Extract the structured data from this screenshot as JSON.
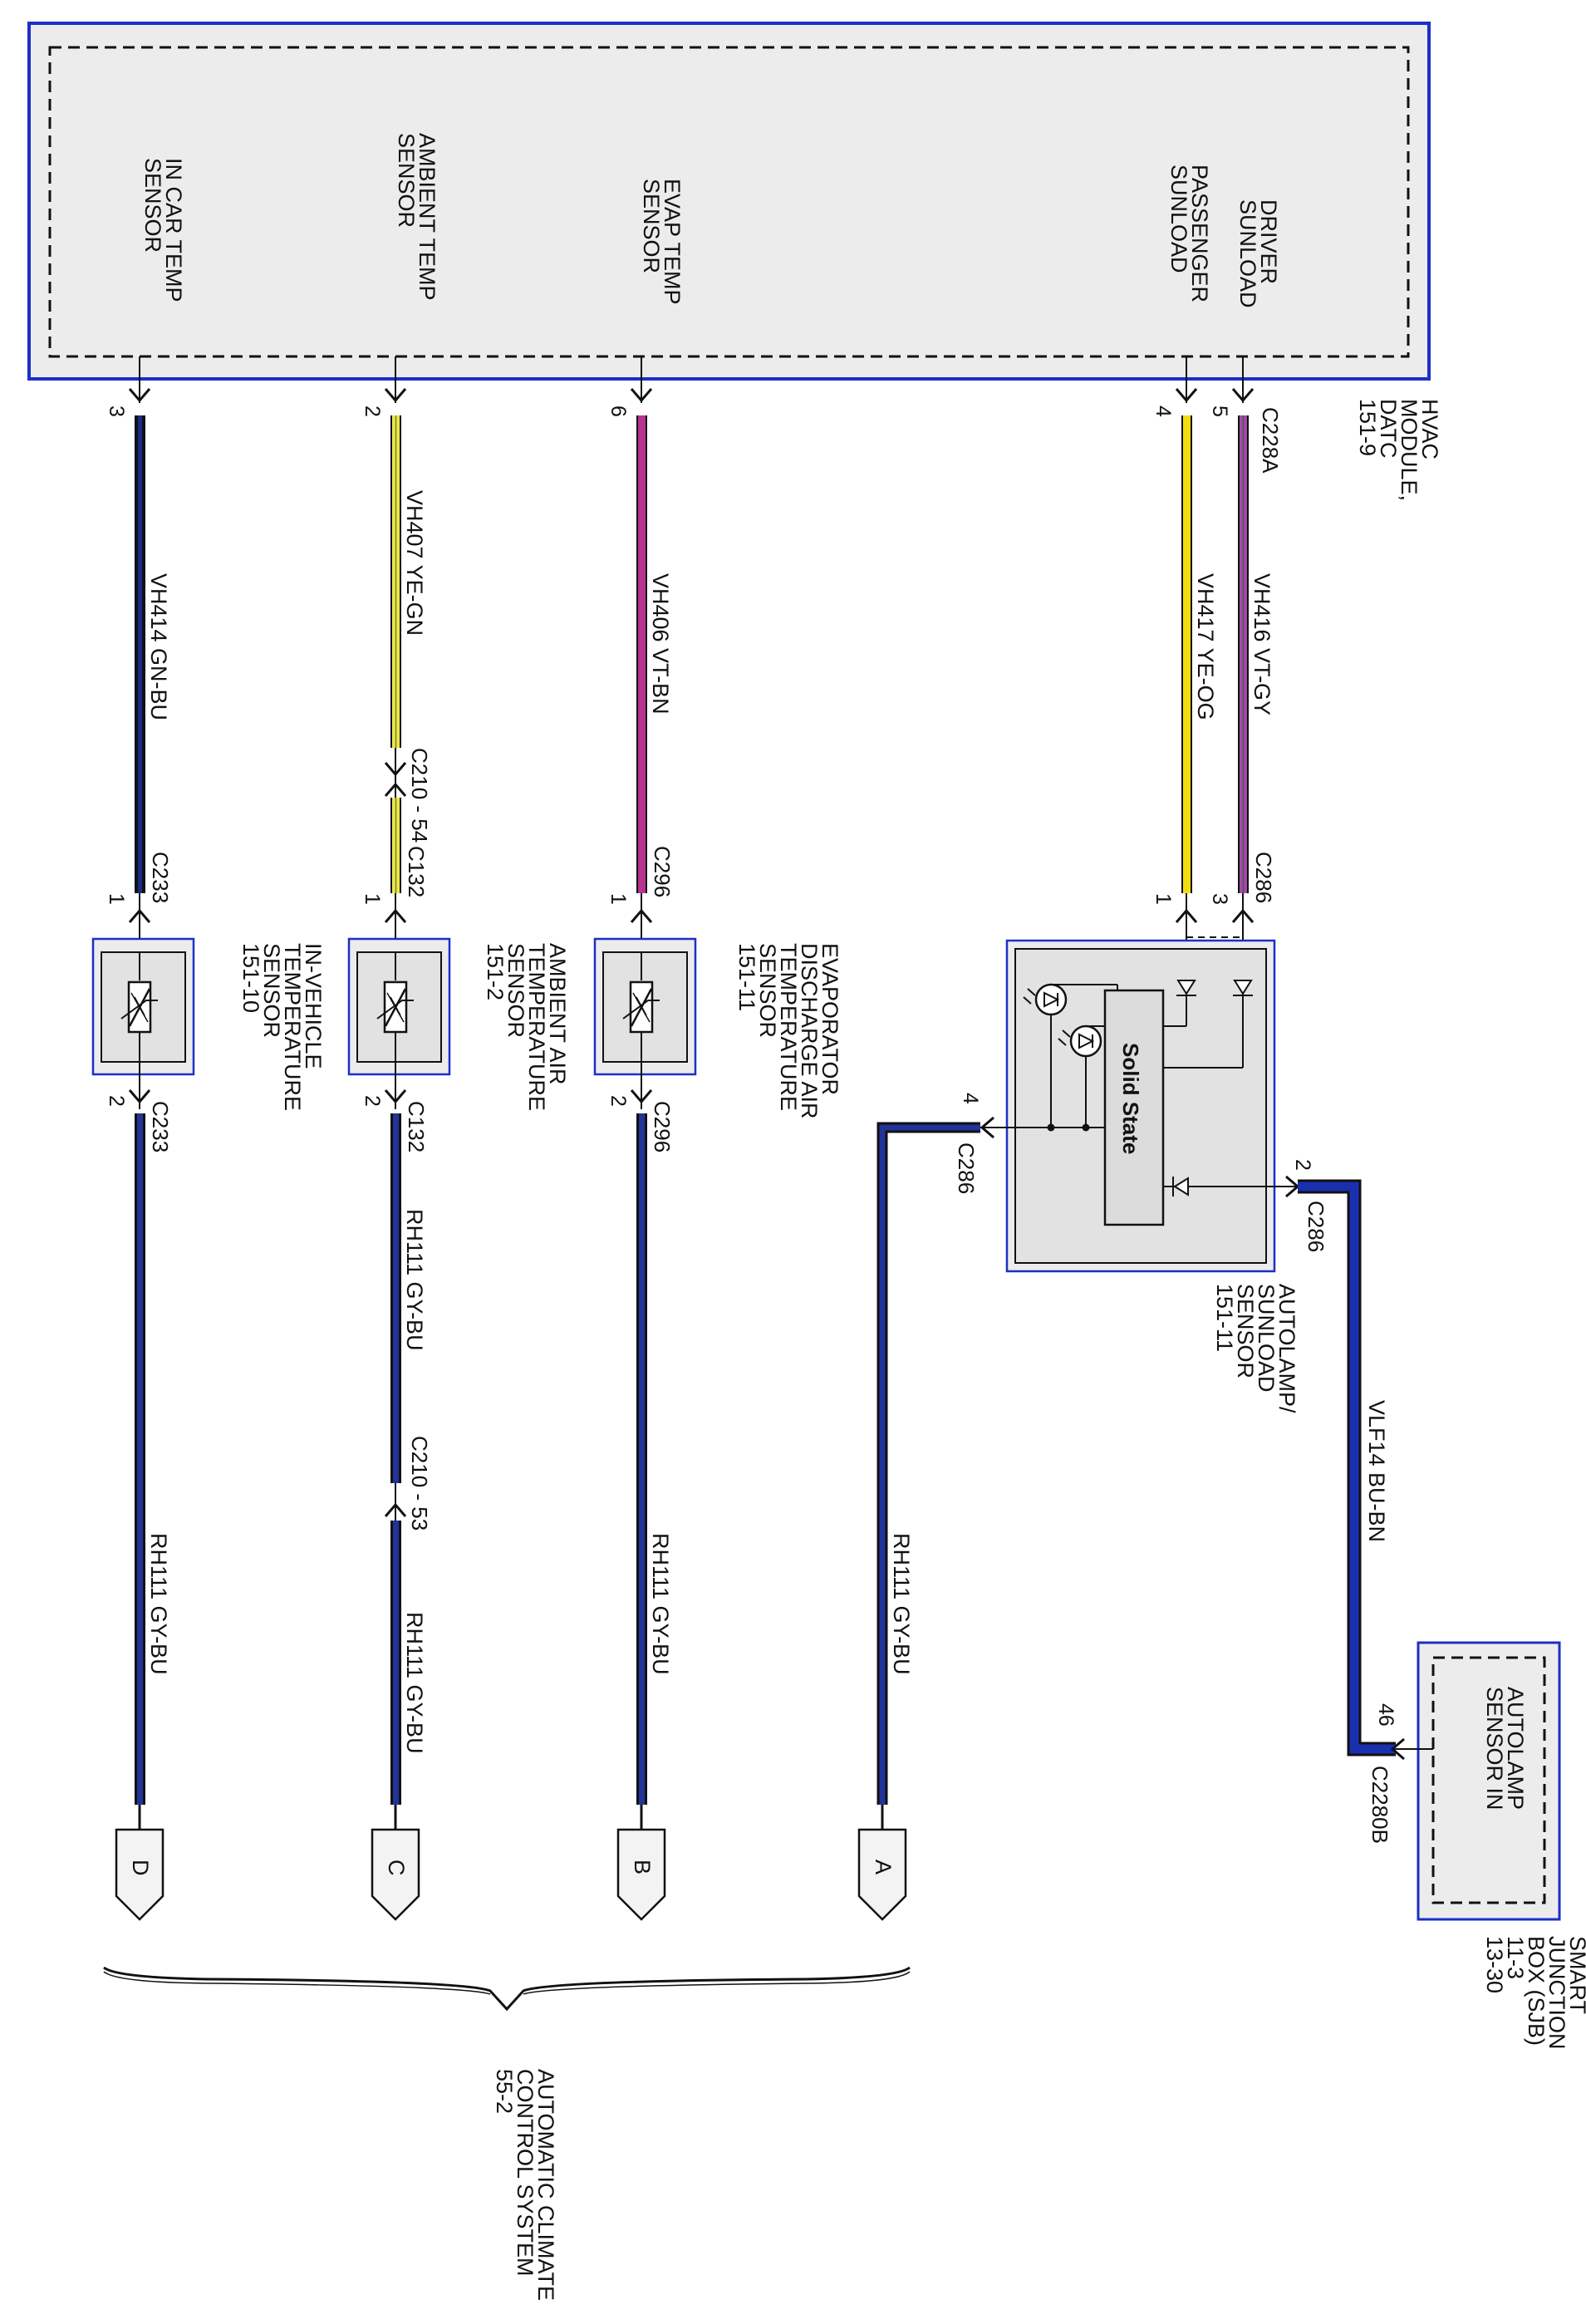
{
  "colors": {
    "module_border": "#1c2fc8",
    "GN-BU": "#1b2a8a",
    "GY-BU": "#223399",
    "BU-BN": "#1a2fb0",
    "YE-GN": "#efe64a",
    "YE-OG": "#f2dc10",
    "VT-BN": "#b8338f",
    "VT-GY": "#a04aa8",
    "VLF14": "#1a2fb0"
  },
  "hvac_module": {
    "title": [
      "HVAC",
      "MODULE,",
      "DATC",
      "151-9"
    ],
    "connector": "C228A",
    "inputs": {
      "in_car": [
        "IN CAR TEMP",
        "SENSOR"
      ],
      "ambient": [
        "AMBIENT TEMP",
        "SENSOR"
      ],
      "evap": [
        "EVAP TEMP",
        "SENSOR"
      ],
      "passenger": [
        "PASSENGER",
        "SUNLOAD"
      ],
      "driver": [
        "DRIVER",
        "SUNLOAD"
      ]
    },
    "pins": {
      "in_car": "3",
      "ambient": "2",
      "evap": "6",
      "passenger": "4",
      "driver": "5"
    }
  },
  "wires": {
    "in_car_top": "VH414   GN-BU",
    "ambient_top": "VH407   YE-GN",
    "evap_top": "VH406   VT-BN",
    "passenger_top": "VH417   YE-OG",
    "driver_top": "VH416   VT-GY",
    "ground": "RH111   GY-BU",
    "sjb_feed": "VLF14   BU-BN"
  },
  "inline_connectors": {
    "c210_54": "C210 - 54",
    "c210_53": "C210 - 53"
  },
  "sensors": {
    "in_vehicle": {
      "name": [
        "IN-VEHICLE",
        "TEMPERATURE",
        "SENSOR",
        "151-10"
      ],
      "connector": "C233",
      "pin_top": "1",
      "pin_bottom": "2"
    },
    "ambient_air": {
      "name": [
        "AMBIENT AIR",
        "TEMPERATURE",
        "SENSOR",
        "151-2"
      ],
      "connector": "C132",
      "pin_top": "1",
      "pin_bottom": "2"
    },
    "evaporator": {
      "name": [
        "EVAPORATOR",
        "DISCHARGE AIR",
        "TEMPERATURE",
        "SENSOR",
        "151-11"
      ],
      "connector": "C296",
      "pin_top": "1",
      "pin_bottom": "2"
    },
    "autolamp": {
      "name": [
        "AUTOLAMP/",
        "SUNLOAD",
        "SENSOR",
        "151-11"
      ],
      "connector": "C286",
      "solid_state": "Solid State",
      "pins": {
        "p1": "1",
        "p3": "3",
        "p4": "4",
        "p2": "2"
      }
    }
  },
  "sjb": {
    "title": [
      "SMART",
      "JUNCTION",
      "BOX (SJB)",
      "11-3",
      "13-30"
    ],
    "input": [
      "AUTOLAMP",
      "SENSOR IN"
    ],
    "pin": "46",
    "connector": "C2280B"
  },
  "offpage": {
    "a": "A",
    "b": "B",
    "c": "C",
    "d": "D"
  },
  "system_ref": [
    "AUTOMATIC CLIMATE",
    "CONTROL SYSTEM",
    "55-2"
  ]
}
